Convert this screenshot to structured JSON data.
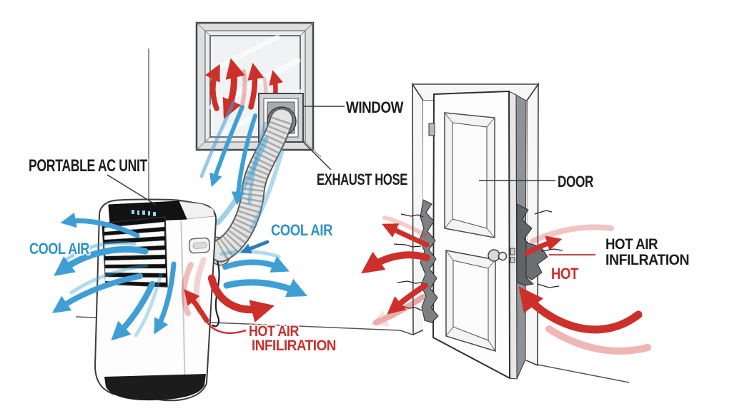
{
  "labels": {
    "portable_ac_unit": "PORTABLE AC UNIT",
    "cool_air_left": "COOL AIR",
    "cool_air_center": "COOL AIR",
    "hot_air_infiltration_left": {
      "line1": "HOT AIR",
      "line2": "INFILIRATION"
    },
    "exhaust_hose": "EXHAUST HOSE",
    "window": "WINDOW",
    "door": "DOOR",
    "hot": "HOT",
    "hot_air_infiltration_right": {
      "line1": "HOT AIR",
      "line2": "INFILRATION"
    }
  },
  "colors": {
    "label_black": "#1d1d1d",
    "cool_text": "#2e93c6",
    "cool_arrow": "#3f9fd4",
    "hot_text_left": "#c9302c",
    "hot_arrow": "#cd2f2a",
    "leader_line": "#3a3a3a",
    "red_leader": "#c0504d",
    "frame_gray": "#dcdee0",
    "gap_gray": "#8f9395"
  }
}
